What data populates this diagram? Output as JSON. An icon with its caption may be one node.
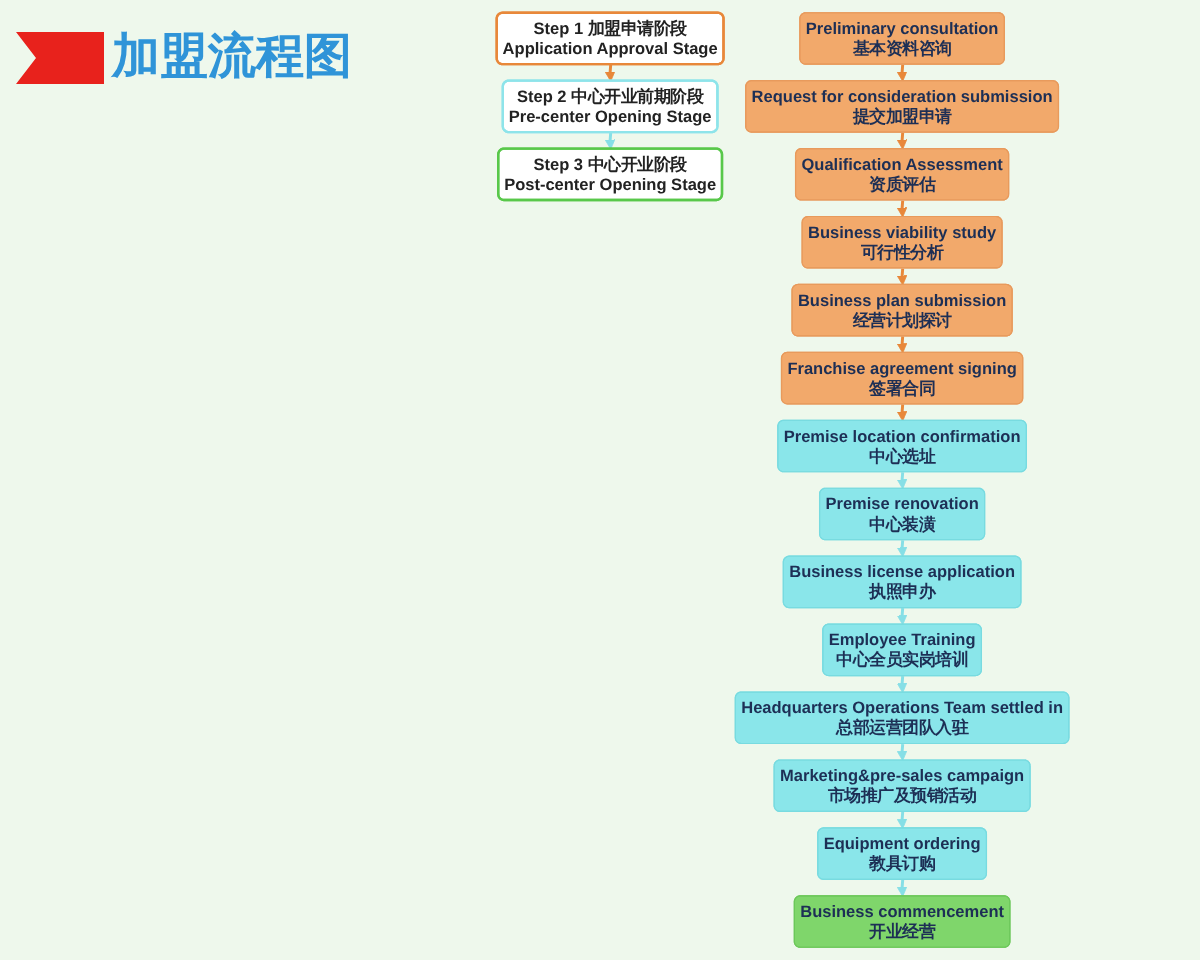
{
  "diagram": {
    "title": "加盟流程图",
    "nodes": [
      {
        "text": [
          "Step 1 加盟申请阶段",
          "Application Approval Stage"
        ]
      },
      {
        "text": [
          "Step 2 中心开业前期阶段",
          "Pre-center Opening Stage"
        ]
      },
      {
        "text": [
          "Step 3 中心开业阶段",
          "Post-center Opening Stage"
        ]
      },
      {
        "text": [
          "Preliminary consultation",
          "基本资料咨询"
        ]
      },
      {
        "text": [
          "Request for consideration submission",
          "提交加盟申请"
        ]
      },
      {
        "text": [
          "Qualification Assessment",
          "资质评估"
        ]
      },
      {
        "text": [
          "Franchise agreement signing",
          "签署合同"
        ]
      },
      {
        "text": [
          "Business plan submission",
          "经营计划探讨"
        ]
      },
      {
        "text": [
          "Business viability study",
          "可行性分析"
        ]
      },
      {
        "text": [
          "Premise location confirmation",
          "中心选址"
        ]
      },
      {
        "text": [
          "Premise renovation",
          "中心装潢"
        ]
      },
      {
        "text": [
          "Business license application",
          "执照申办"
        ]
      },
      {
        "text": [
          "Marketing&pre-sales campaign",
          "市场推广及预销活动"
        ]
      },
      {
        "text": [
          "Headquarters Operations Team settled in",
          "总部运营团队入驻"
        ]
      },
      {
        "text": [
          "Employee Training",
          "中心全员实岗培训"
        ]
      },
      {
        "text": [
          "Equipment ordering",
          "教具订购"
        ]
      },
      {
        "text": [
          "Business commencement",
          "开业经营"
        ]
      }
    ],
    "edges": [
      {
        "from": 0,
        "to": 1,
        "arrow": "to",
        "color": "#e8883a"
      },
      {
        "from": 1,
        "to": 2,
        "arrow": "to"
      },
      {
        "from": 3,
        "to": 4,
        "arrow": "to",
        "color": "#e8883a"
      },
      {
        "from": 4,
        "to": 5,
        "arrow": "to",
        "color": "#e8883a"
      },
      {
        "from": 5,
        "to": 8,
        "arrow": "to",
        "color": "#e8883a"
      },
      {
        "from": 8,
        "to": 7,
        "arrow": "to",
        "color": "#e8883a"
      },
      {
        "from": 7,
        "to": 6,
        "arrow": "to",
        "color": "#e8883a"
      },
      {
        "from": 6,
        "to": 9,
        "arrow": "to",
        "color": "#e8883a"
      },
      {
        "from": 9,
        "to": 10,
        "arrow": "to"
      },
      {
        "from": 10,
        "to": 11,
        "arrow": "to"
      },
      {
        "from": 11,
        "to": 14,
        "arrow": "to"
      },
      {
        "from": 14,
        "to": 13,
        "arrow": "to"
      },
      {
        "from": 13,
        "to": 12,
        "arrow": "to"
      },
      {
        "from": 12,
        "to": 15,
        "arrow": "to"
      },
      {
        "from": 15,
        "to": 16,
        "arrow": "to"
      }
    ]
  }
}
